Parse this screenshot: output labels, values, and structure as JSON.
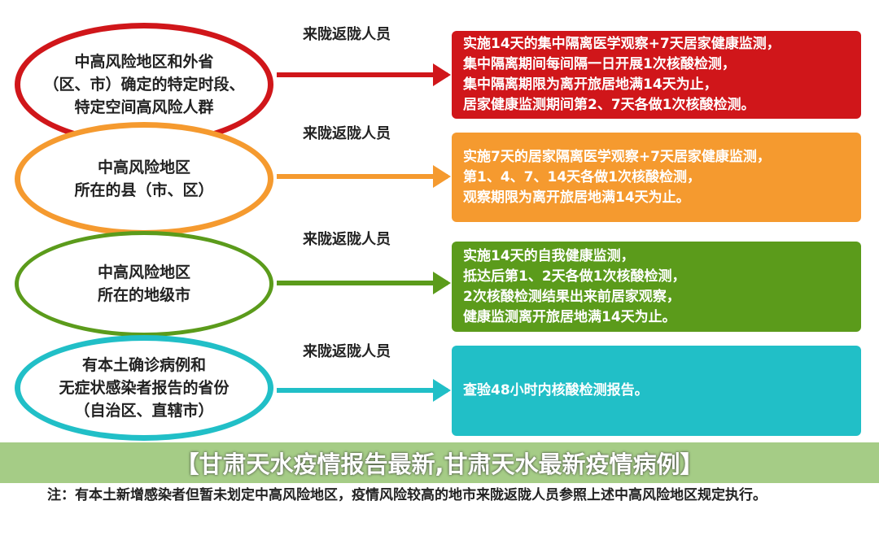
{
  "colors": {
    "red": "#d0161a",
    "orange": "#f59a2f",
    "green": "#5b9b1b",
    "teal": "#21bfc7"
  },
  "rows": [
    {
      "label": "来陇返陇人员",
      "group": "中高风险地区和外省\n（区、市）确定的特定时段、\n特定空间高风险人群",
      "measures": [
        "实施14天的集中隔离医学观察+7天居家健康监测，",
        "集中隔离期间每间隔一日开展1次核酸检测，",
        "集中隔离期限为离开旅居地满14天为止，",
        "居家健康监测期间第2、7天各做1次核酸检测。"
      ]
    },
    {
      "label": "来陇返陇人员",
      "group": "中高风险地区\n所在的县（市、区）",
      "measures": [
        "实施7天的居家隔离医学观察+7天居家健康监测，",
        "第1、4、7、14天各做1次核酸检测，",
        "观察期限为离开旅居地满14天为止。"
      ]
    },
    {
      "label": "来陇返陇人员",
      "group": "中高风险地区\n所在的地级市",
      "measures": [
        "实施14天的自我健康监测，",
        "抵达后第1、2天各做1次核酸检测，",
        "2次核酸检测结果出来前居家观察，",
        "健康监测离开旅居地满14天为止。"
      ]
    },
    {
      "label": "来陇返陇人员",
      "group": "有本土确诊病例和\n无症状感染者报告的省份\n（自治区、直辖市）",
      "measures": [
        "查验48小时内核酸检测报告。"
      ]
    }
  ],
  "note": "注：有本土新增感染者但暂未划定中高风险地区，疫情风险较高的地市来陇返陇人员参照上述中高风险地区规定执行。",
  "banner": "【甘肃天水疫情报告最新,甘肃天水最新疫情病例】"
}
